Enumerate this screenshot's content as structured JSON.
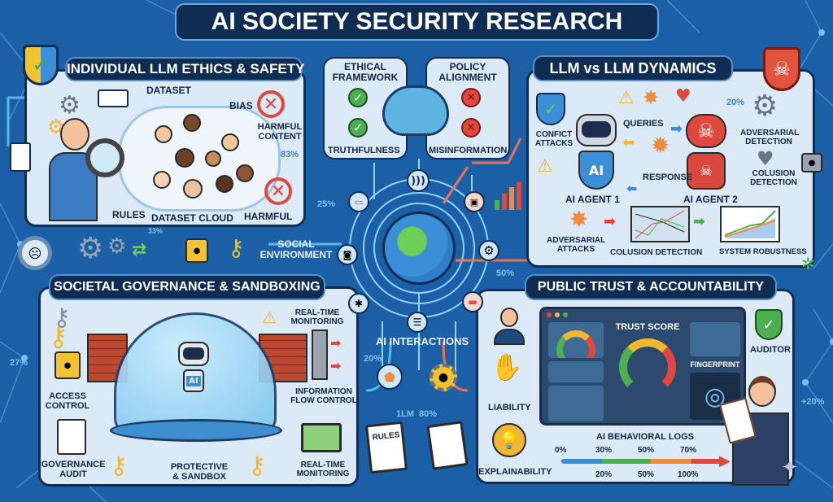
{
  "title": "AI SOCIETY SECURITY RESEARCH",
  "panels": {
    "ethics": {
      "title": "INDIVIDUAL LLM ETHICS & SAFETY",
      "labels": {
        "dataset": "DATASET",
        "bias": "BIAS",
        "harmful_content": "HARMFUL CONTENT",
        "pct": "83%",
        "rules": "RULES",
        "dataset_cloud": "DATASET CLOUD",
        "harmful": "HARMFUL"
      }
    },
    "ethical_framework": {
      "title": "ETHICAL FRAMEWORK",
      "label": "TRUTHFULNESS"
    },
    "policy_alignment": {
      "title": "POLICY ALIGNMENT",
      "label": "MISINFORMATION"
    },
    "dynamics": {
      "title": "LLM vs LLM DYNAMICS",
      "labels": {
        "conflict_attacks": "CONFICT ATTACKS",
        "queries": "QUERIES",
        "response": "RESPONSE",
        "agent1": "AI AGENT 1",
        "agent2": "AI AGENT 2",
        "pct": "20%",
        "adversarial_detection": "ADVERSARIAL DETECTION",
        "colusion_detection": "COLUSION DETECTION",
        "adversarial_attacks": "ADVERSARIAL ATTACKS",
        "colusion_detection_chart": "COLUSION DETECTION",
        "system_robustness": "SYSTEM ROBUSTNESS",
        "ai_badge": "AI"
      }
    },
    "governance": {
      "title": "SOCIETAL GOVERNANCE & SANDBOXING",
      "labels": {
        "realtime_top": "REAL-TIME MONITORING",
        "access_control": "ACCESS CONTROL",
        "info_flow": "INFORMATION FLOW CONTROL",
        "governance_audit": "GOVERNANCE AUDIT",
        "protective": "PROTECTIVE & SANDBOX",
        "realtime_bottom": "REAL-TIME MONITORING",
        "ai_badge": "AI"
      }
    },
    "trust": {
      "title": "PUBLIC TRUST & ACCOUNTABILITY",
      "labels": {
        "trust_score": "TRUST SCORE",
        "fingerprint": "FINGERPRINT",
        "auditor": "AUDITOR",
        "liability": "LIABILITY",
        "explainability": "EXPLAINABILITY",
        "logs": "AI BEHAVIORAL LOGS"
      },
      "log_top": [
        "0%",
        "30%",
        "50%",
        "70%"
      ],
      "log_bottom": [
        "20%",
        "50%",
        "100%"
      ]
    }
  },
  "center": {
    "social_environment": "SOCIAL ENVIRONMENT",
    "ai_interactions": "AI INTERACTIONS",
    "rules": "RULES",
    "pct_25": "25%",
    "pct_50": "50%",
    "pct_20": "20%",
    "pct_lm": "1LM",
    "pct_80": "80%",
    "pct_33": "33%"
  },
  "side": {
    "pct_27": "27%",
    "pct_plus20": "+20%"
  },
  "colors": {
    "background": "#1b5fa6",
    "navy": "#0f2d52",
    "panel": "#dbeaf6",
    "good": "#4caf50",
    "bad": "#e0473d",
    "warn": "#f2b632"
  }
}
